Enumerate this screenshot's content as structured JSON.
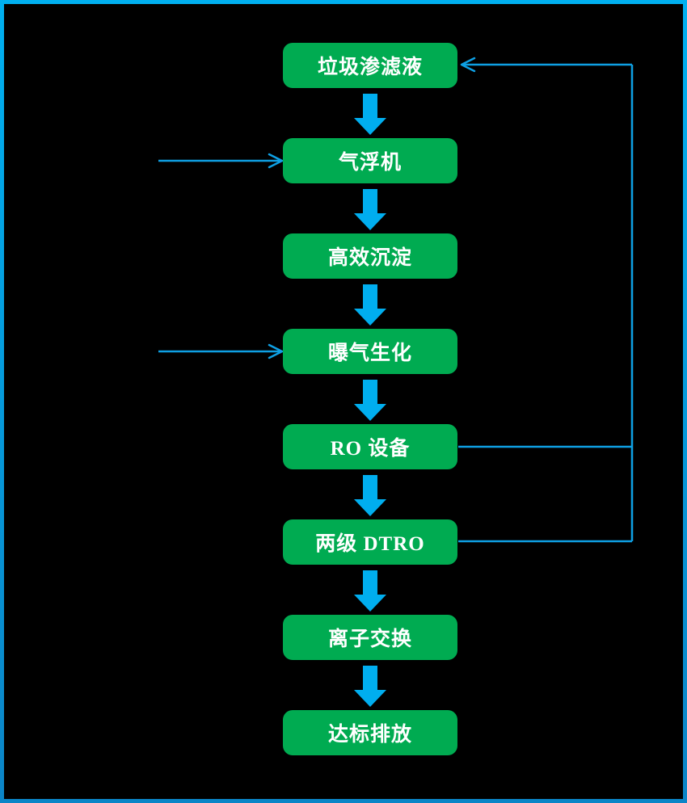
{
  "flowchart": {
    "nodes": [
      {
        "label": "垃圾渗滤液"
      },
      {
        "label": "气浮机"
      },
      {
        "label": "高效沉淀"
      },
      {
        "label": "曝气生化"
      },
      {
        "label": "RO 设备"
      },
      {
        "label": "两级 DTRO"
      },
      {
        "label": "离子交换"
      },
      {
        "label": "达标排放"
      }
    ],
    "edges": [
      {
        "from": "垃圾渗滤液",
        "to": "气浮机",
        "type": "thick-down-arrow"
      },
      {
        "from": "气浮机",
        "to": "高效沉淀",
        "type": "thick-down-arrow"
      },
      {
        "from": "高效沉淀",
        "to": "曝气生化",
        "type": "thick-down-arrow"
      },
      {
        "from": "曝气生化",
        "to": "RO 设备",
        "type": "thick-down-arrow"
      },
      {
        "from": "RO 设备",
        "to": "两级 DTRO",
        "type": "thick-down-arrow"
      },
      {
        "from": "两级 DTRO",
        "to": "离子交换",
        "type": "thick-down-arrow"
      },
      {
        "from": "离子交换",
        "to": "达标排放",
        "type": "thick-down-arrow"
      },
      {
        "from": "external-left",
        "to": "气浮机",
        "type": "thin-input-arrow"
      },
      {
        "from": "external-left",
        "to": "曝气生化",
        "type": "thin-input-arrow"
      },
      {
        "from": "RO 设备",
        "to": "垃圾渗滤液",
        "type": "recycle-loop-right"
      },
      {
        "from": "两级 DTRO",
        "to": "垃圾渗滤液",
        "type": "recycle-loop-right"
      }
    ],
    "colors": {
      "background": "#000000",
      "node_fill": "#00AB51",
      "node_text": "#FFFFFF",
      "thick_arrow": "#00AEEF",
      "thin_line": "#0EA0E4",
      "frame_border_top": "#00B0F0",
      "frame_border_bottom": "#0B85C7"
    }
  }
}
